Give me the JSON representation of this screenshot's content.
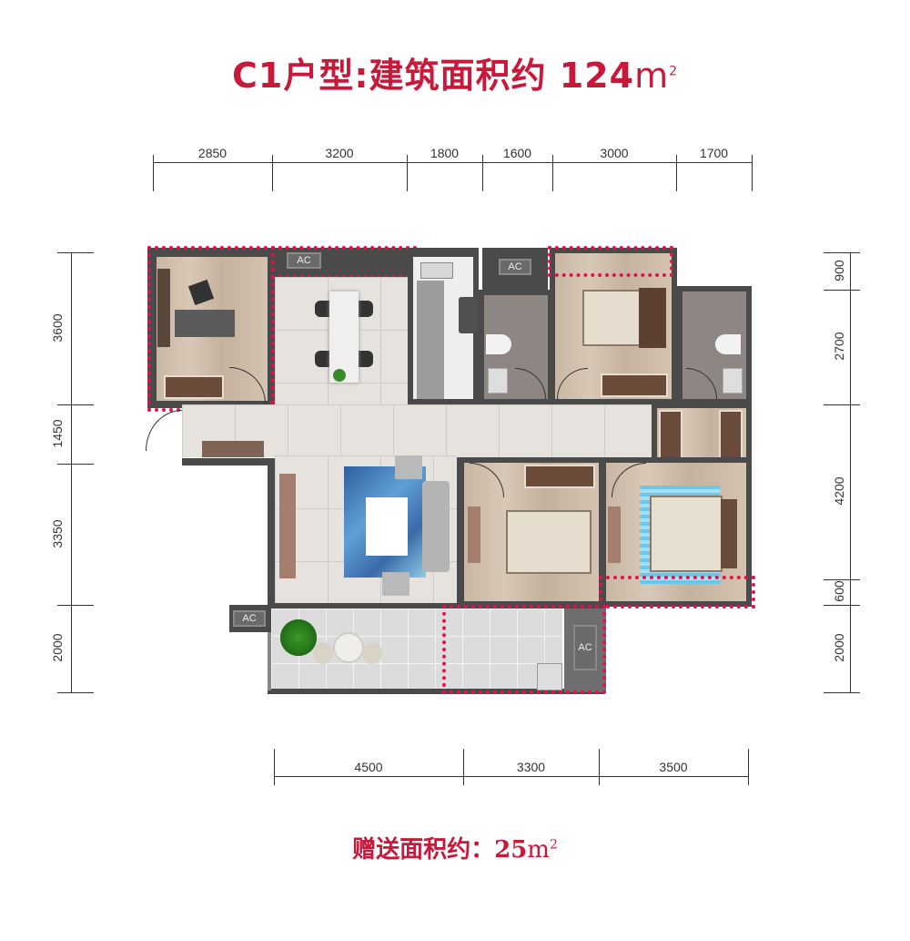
{
  "header": {
    "title_prefix": "C1户型:建筑面积约 124",
    "title_unit": "m",
    "title_unit_sup": "2"
  },
  "footer": {
    "bonus_prefix": "赠送面积约：25",
    "bonus_unit": "m",
    "bonus_unit_sup": "2"
  },
  "dimensions": {
    "top": [
      "2850",
      "3200",
      "1800",
      "1600",
      "3000",
      "1700"
    ],
    "left": [
      "3600",
      "1450",
      "3350",
      "2000"
    ],
    "right": [
      "900",
      "2700",
      "4200",
      "600",
      "2000"
    ],
    "bottom": [
      "4500",
      "3300",
      "3500"
    ]
  },
  "labels": {
    "ac_top_left": "AC",
    "ac_top_mid": "AC",
    "ac_balcony_left": "AC",
    "ac_balcony_right": "AC"
  },
  "colors": {
    "accent": "#c8193a",
    "dotted_outline": "#e0144a",
    "wall": "#4a4a4a",
    "dimension_line": "#333333"
  }
}
